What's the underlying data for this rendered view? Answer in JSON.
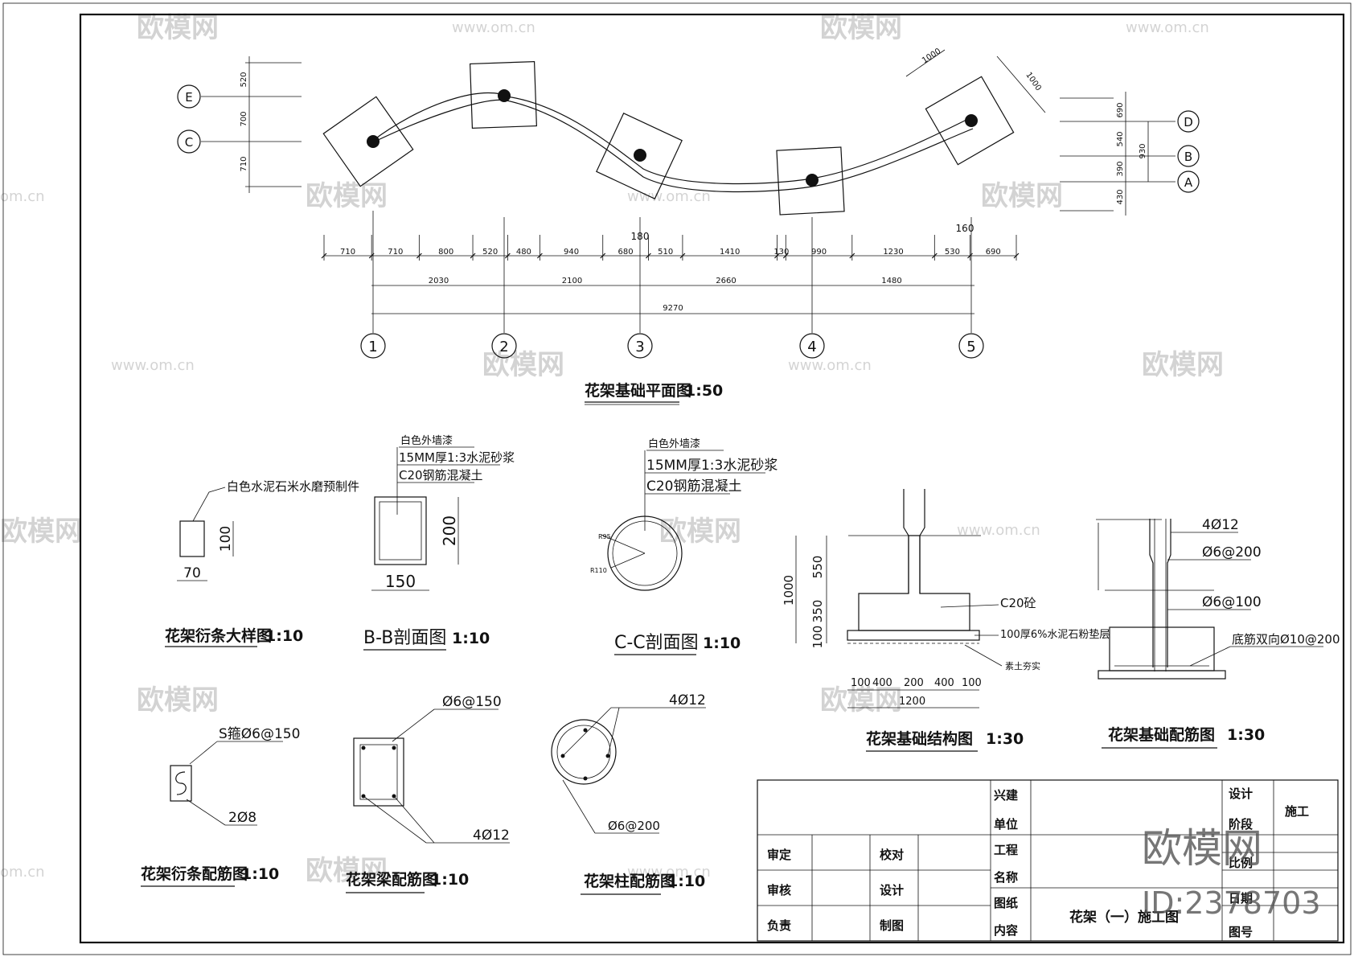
{
  "plan": {
    "grid_left": [
      "E",
      "C"
    ],
    "grid_right": [
      "D",
      "B",
      "A"
    ],
    "grid_bottom": [
      "1",
      "2",
      "3",
      "4",
      "5"
    ],
    "left_dims": [
      "520",
      "700",
      "710"
    ],
    "right_dims": [
      "690",
      "540",
      "390",
      "430"
    ],
    "right_total": "930",
    "top_square_dims": [
      "1000",
      "1000"
    ],
    "row1_dims": [
      "710",
      "710",
      "800",
      "520",
      "480",
      "940",
      "680",
      "510",
      "1410",
      "130",
      "990",
      "1230",
      "530",
      "690"
    ],
    "row1_extras": [
      "180",
      "160"
    ],
    "row2_dims": [
      "2030",
      "2100",
      "2660",
      "1480"
    ],
    "row3_total": "9270",
    "title": "花架基础平面图",
    "scale": "1:50"
  },
  "purlin_detail": {
    "note": "白色水泥石米水磨预制件",
    "width": "70",
    "height": "100",
    "title": "花架衍条大样图",
    "scale": "1:10"
  },
  "bb_section": {
    "notes": [
      "白色外墙漆",
      "15MM厚1:3水泥砂浆",
      "C20钢筋混凝土"
    ],
    "width": "150",
    "height": "200",
    "title": "B-B剖面图",
    "scale": "1:10"
  },
  "cc_section": {
    "notes": [
      "白色外墙漆",
      "15MM厚1:3水泥砂浆",
      "C20钢筋混凝土"
    ],
    "r1": "R95",
    "r2": "R110",
    "title": "C-C剖面图",
    "scale": "1:10"
  },
  "foundation_structure": {
    "dims_v": [
      "1000",
      "550",
      "350",
      "100"
    ],
    "dims_h": [
      "100",
      "400",
      "200",
      "400",
      "100"
    ],
    "total_h": "1200",
    "notes": [
      "C20砼",
      "100厚6%水泥石粉垫层",
      "素土夯实"
    ],
    "title": "花架基础结构图",
    "scale": "1:30"
  },
  "foundation_rebar": {
    "notes": [
      "4Ø12",
      "Ø6@200",
      "Ø6@100",
      "底筋双向Ø10@200"
    ],
    "title": "花架基础配筋图",
    "scale": "1:30"
  },
  "purlin_rebar": {
    "notes": [
      "S箍Ø6@150",
      "2Ø8"
    ],
    "title": "花架衍条配筋图",
    "scale": "1:10"
  },
  "beam_rebar": {
    "notes": [
      "Ø6@150",
      "4Ø12"
    ],
    "title": "花架梁配筋图",
    "scale": "1:10"
  },
  "column_rebar": {
    "notes": [
      "4Ø12",
      "Ø6@200"
    ],
    "title": "花架柱配筋图",
    "scale": "1:10"
  },
  "title_block": {
    "labels_left": [
      "审定",
      "审核",
      "负责"
    ],
    "labels_mid": [
      "校对",
      "设计",
      "制图"
    ],
    "labels_unit": [
      "兴建",
      "单位",
      "工程",
      "名称",
      "图纸",
      "内容"
    ],
    "drawing_name": "花架（一）施工图",
    "labels_right": [
      "设计",
      "阶段",
      "比例",
      "日期",
      "图号"
    ],
    "stage_value": "施工"
  },
  "watermark": {
    "brand": "欧模网",
    "url": "www.om.cn",
    "url_short": "om.cn",
    "id": "ID:2378703"
  }
}
